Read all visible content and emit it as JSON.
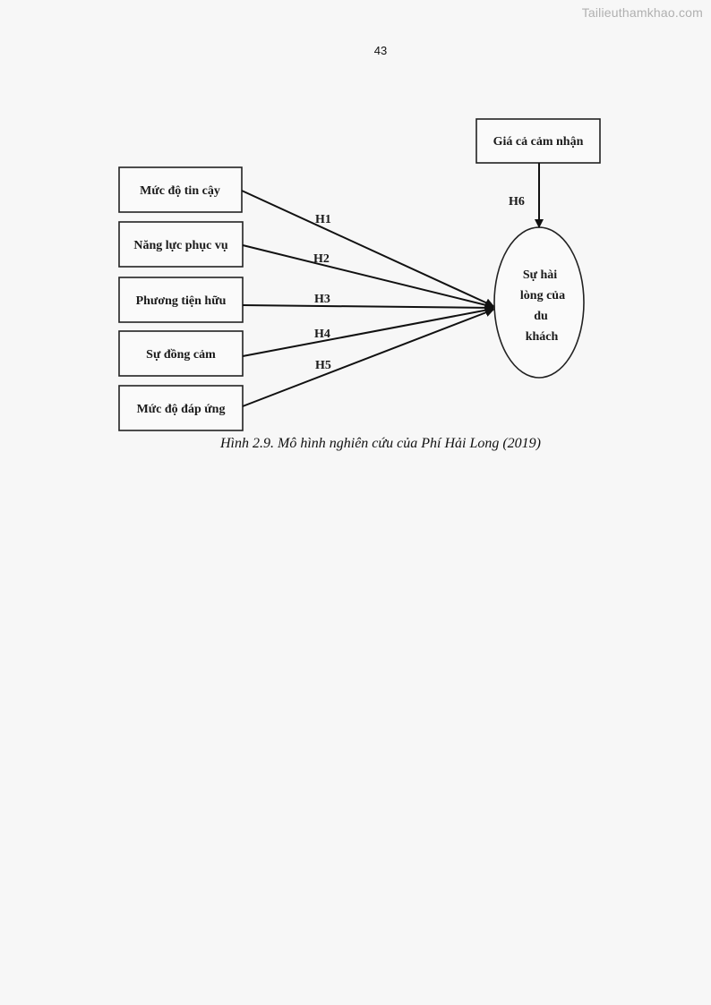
{
  "watermark": "Tailieuthamkhao.com",
  "page_number": "43",
  "diagram": {
    "factors": [
      "Mức độ tin cậy",
      "Năng lực phục vụ",
      "Phương tiện hữu",
      "Sự đồng cảm",
      "Mức độ đáp ứng"
    ],
    "hypotheses": [
      "H1",
      "H2",
      "H3",
      "H4",
      "H5"
    ],
    "price_box": "Giá cả cảm nhận",
    "price_hypothesis": "H6",
    "outcome_lines": [
      "Sự hài",
      "lòng của",
      "du",
      "khách"
    ]
  },
  "caption": "Hình 2.9. Mô hình nghiên cứu của Phí Hải Long (2019)"
}
